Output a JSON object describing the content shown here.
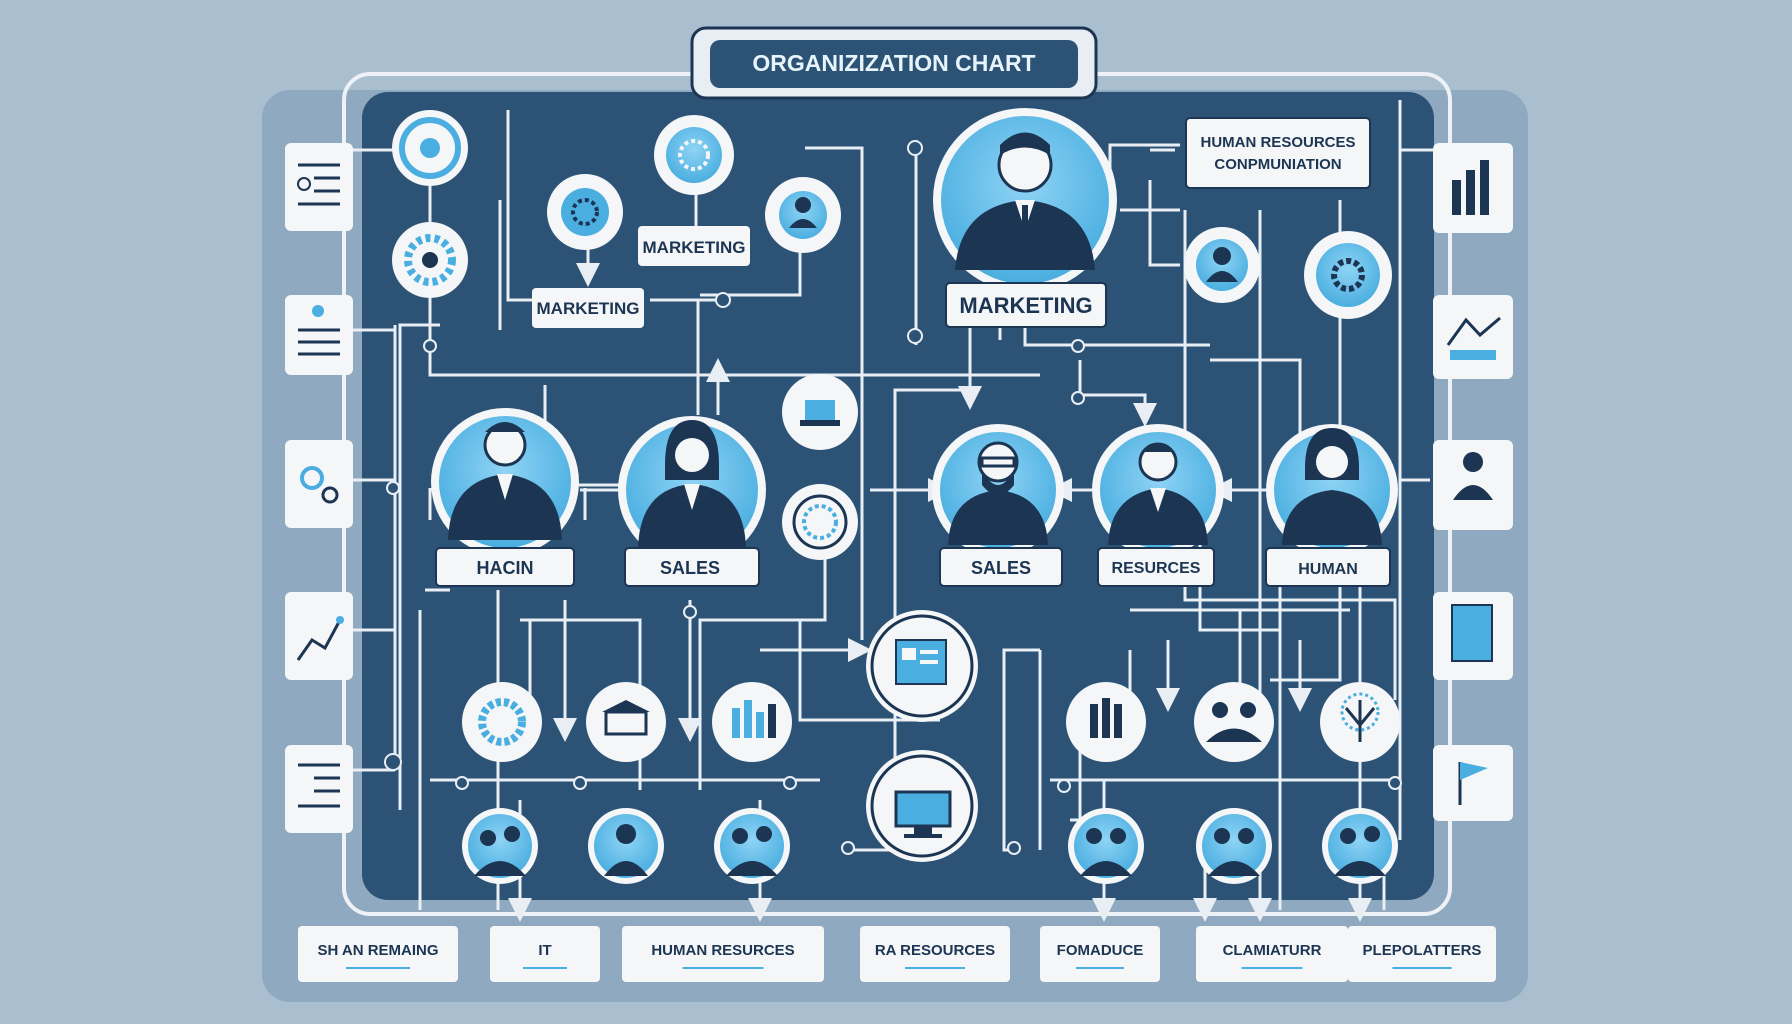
{
  "title": "ORGANIZIZATION CHART",
  "labels": {
    "marketing_top": "MARKETING",
    "marketing_mid": "MARKETING",
    "marketing_main": "MARKETING",
    "hr_comp_line1": "HUMAN RESOURCES",
    "hr_comp_line2": "CONPMUNIATION",
    "hacin": "HACIN",
    "sales_left": "SALES",
    "sales_right": "SALES",
    "resources": "RESURCES",
    "human": "HUMAN"
  },
  "bottom_labels": [
    "SH AN REMAING",
    "IT",
    "HUMAN RESURCES",
    "RA RESOURCES",
    "FOMADUCE",
    "CLAMIATURR",
    "PLEPOLATTERS"
  ],
  "colors": {
    "page_background": "#a9bfd0",
    "panel": "#2c5375",
    "accent": "#5ab8e8",
    "card": "#f4f6f8",
    "text": "#1c3553"
  }
}
